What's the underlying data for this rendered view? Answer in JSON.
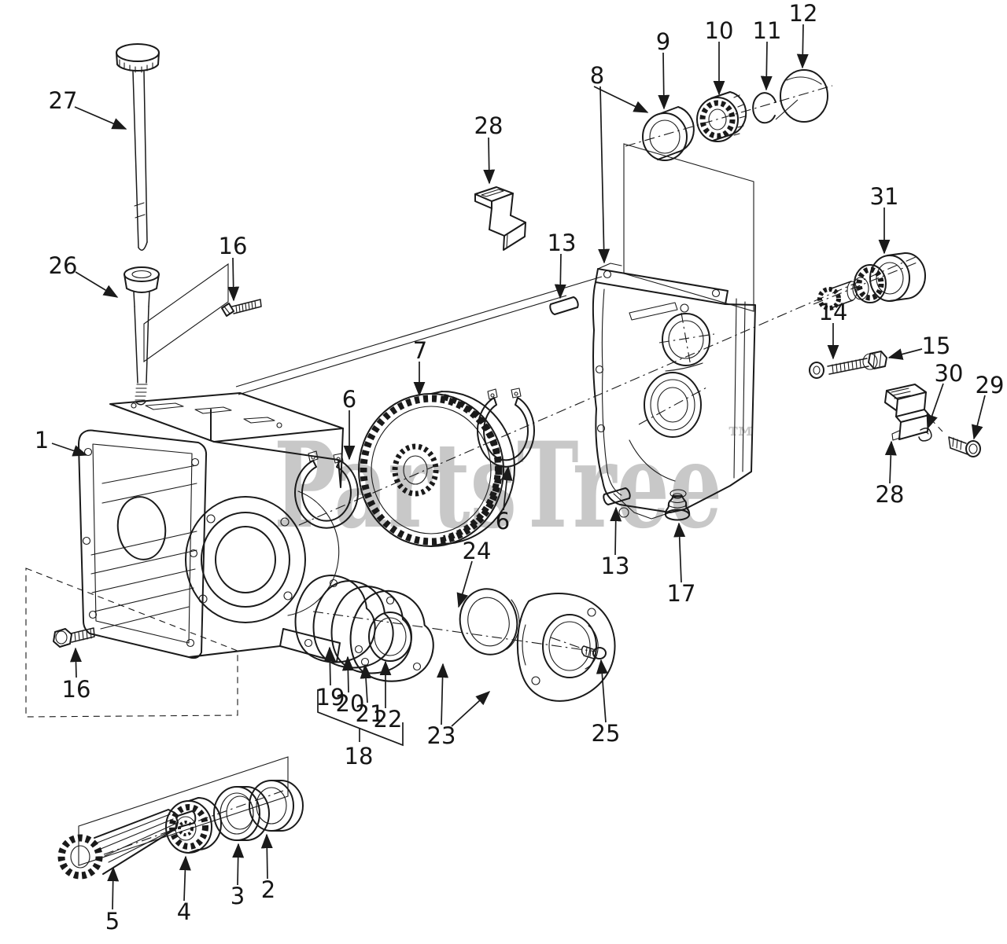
{
  "watermark": {
    "text": "PartsTree",
    "tm": "™",
    "color": "#c8c8c8"
  },
  "style": {
    "background": "#ffffff",
    "line_color": "#1a1a1a"
  },
  "callouts": [
    {
      "label": "27"
    },
    {
      "label": "26"
    },
    {
      "label": "16"
    },
    {
      "label": "28"
    },
    {
      "label": "8"
    },
    {
      "label": "9"
    },
    {
      "label": "10"
    },
    {
      "label": "11"
    },
    {
      "label": "12"
    },
    {
      "label": "31"
    },
    {
      "label": "13"
    },
    {
      "label": "14"
    },
    {
      "label": "15"
    },
    {
      "label": "30"
    },
    {
      "label": "29"
    },
    {
      "label": "28"
    },
    {
      "label": "7"
    },
    {
      "label": "6"
    },
    {
      "label": "1"
    },
    {
      "label": "6"
    },
    {
      "label": "13"
    },
    {
      "label": "17"
    },
    {
      "label": "24"
    },
    {
      "label": "19"
    },
    {
      "label": "20"
    },
    {
      "label": "21"
    },
    {
      "label": "22"
    },
    {
      "label": "18"
    },
    {
      "label": "23"
    },
    {
      "label": "25"
    },
    {
      "label": "16"
    },
    {
      "label": "5"
    },
    {
      "label": "4"
    },
    {
      "label": "3"
    },
    {
      "label": "2"
    }
  ]
}
